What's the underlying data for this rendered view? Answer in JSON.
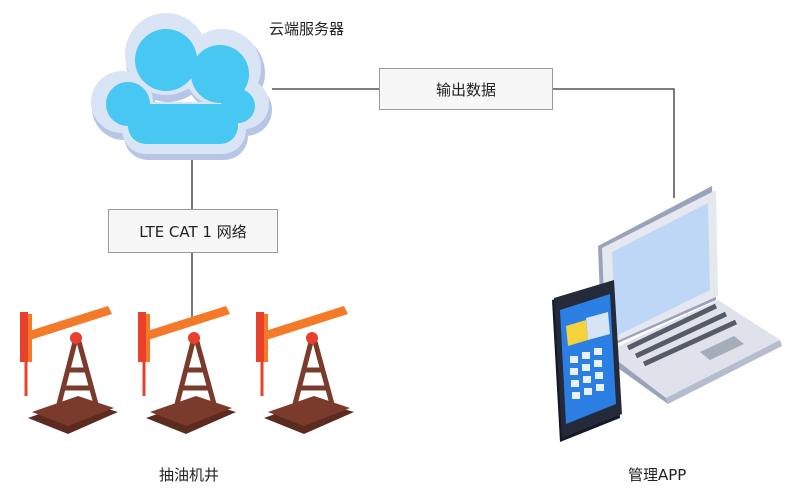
{
  "nodes": {
    "cloud": {
      "label": "云端服务器"
    },
    "wells": {
      "label": "抽油机井"
    },
    "app": {
      "label": "管理APP"
    }
  },
  "links": {
    "network": {
      "label": "LTE CAT 1 网络"
    },
    "output": {
      "label": "输出数据"
    }
  },
  "colors": {
    "cloud_fill": "#46c8f2",
    "cloud_border": "#d9e4f5",
    "pump_orange": "#f47a2a",
    "pump_red": "#e8402a",
    "pump_base": "#7a3b2c",
    "tablet_body": "#252a3a",
    "screen_blue": "#2b7fe3",
    "laptop_frame": "#e6e8f0",
    "laptop_screen": "#bfd7f7"
  }
}
